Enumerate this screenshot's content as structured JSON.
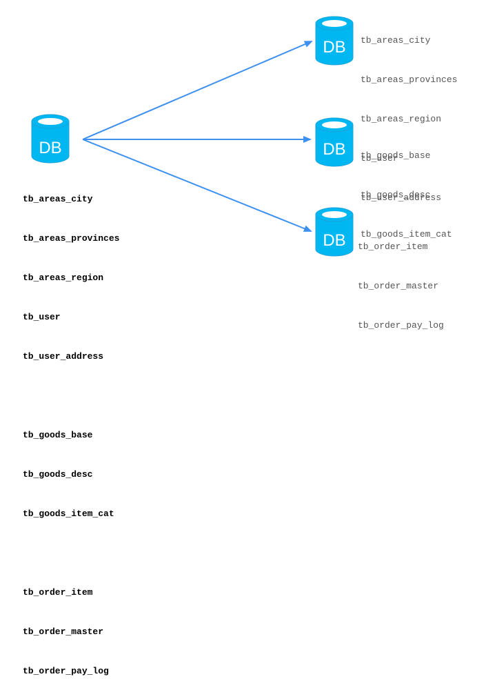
{
  "colors": {
    "db_fill": "#00B7F1",
    "db_stroke": "#1BA3DA",
    "db_highlight": "#FFFFFF",
    "arrow": "#3D8FF0"
  },
  "source_db": {
    "label": "DB",
    "tables": [
      [
        "tb_areas_city",
        "tb_areas_provinces",
        "tb_areas_region",
        "tb_user",
        "tb_user_address"
      ],
      [
        "tb_goods_base",
        "tb_goods_desc",
        "tb_goods_item_cat"
      ],
      [
        "tb_order_item",
        "tb_order_master",
        "tb_order_pay_log"
      ]
    ]
  },
  "targets": [
    {
      "label": "DB",
      "tables": [
        "tb_areas_city",
        "tb_areas_provinces",
        "tb_areas_region",
        "tb_user",
        "tb_user_address"
      ]
    },
    {
      "label": "DB",
      "tables": [
        "tb_goods_base",
        "tb_goods_desc",
        "tb_goods_item_cat"
      ]
    },
    {
      "label": "DB",
      "tables": [
        "tb_order_item",
        "tb_order_master",
        "tb_order_pay_log"
      ]
    }
  ]
}
